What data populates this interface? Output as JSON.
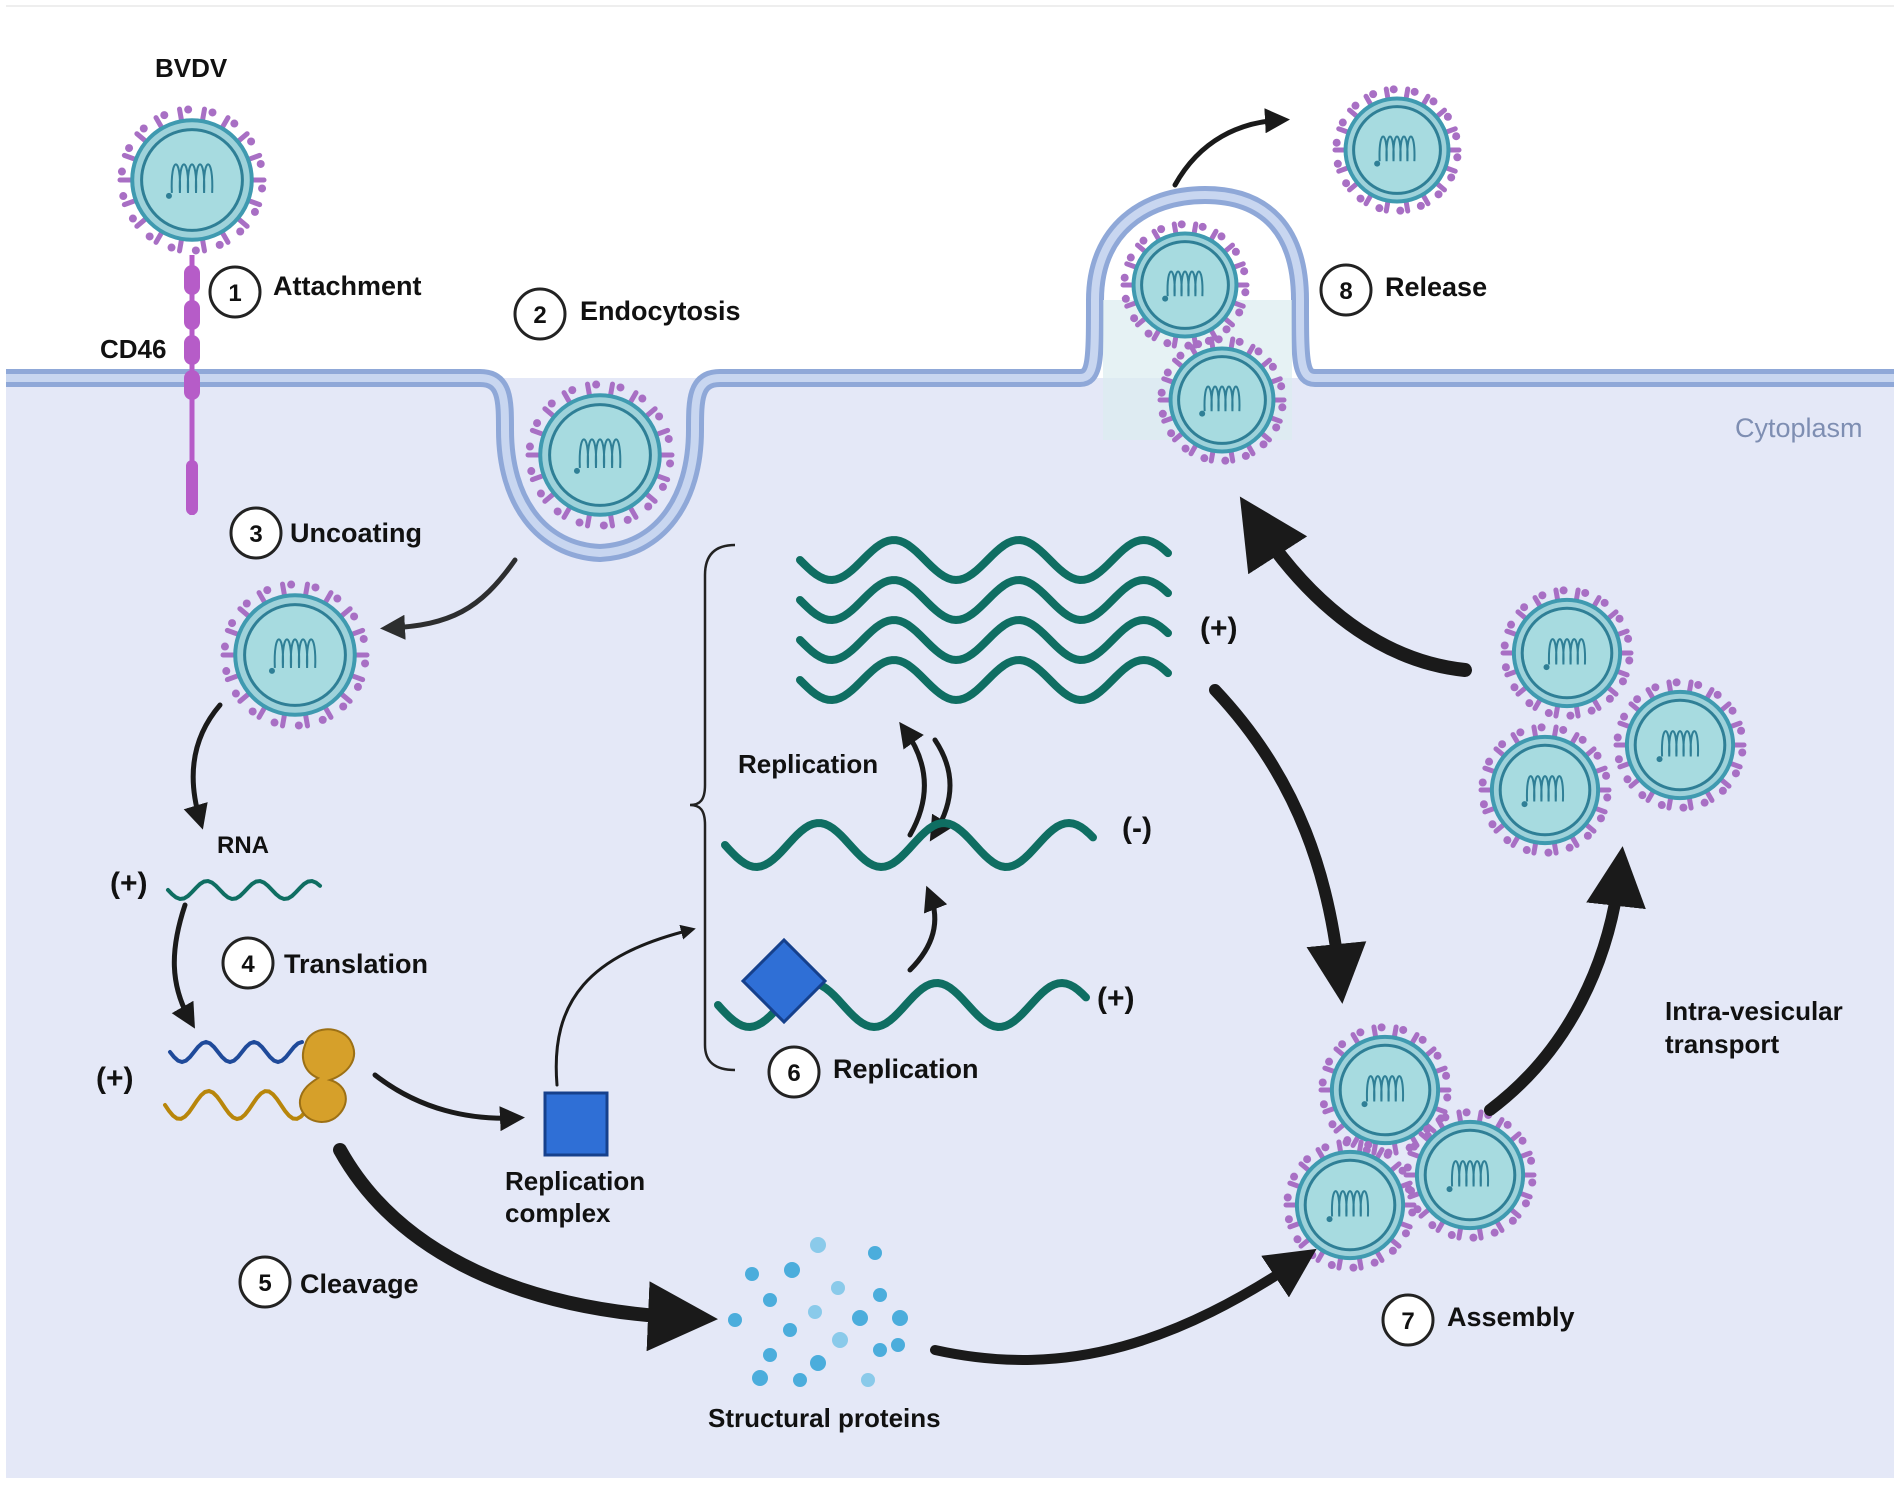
{
  "colors": {
    "cytoplasm_fill": "#e4e8f7",
    "membrane": "#8fa8d8",
    "membrane_inner": "#c8d6f0",
    "virus_core": "#a7dbe0",
    "virus_ring": "#3f9ab0",
    "virus_spike": "#a86fc4",
    "rna_strand": "#0f6e62",
    "rna_blue": "#1f4a9a",
    "rna_gold": "#b8860b",
    "ribosome": "#d6a02a",
    "replication_complex": "#2f6fd6",
    "protein_dots": "#3aa6d8",
    "receptor": "#b65cc8",
    "arrow": "#1a1a1a"
  },
  "labels": {
    "virus": "BVDV",
    "receptor": "CD46",
    "cytoplasm": "Cytoplasm",
    "rna": "RNA",
    "plus": "(+)",
    "minus": "(-)",
    "replication_mid": "Replication",
    "replication_complex_line1": "Replication",
    "replication_complex_line2": "complex",
    "structural_proteins": "Structural proteins",
    "intra_vesicular_line1": "Intra-vesicular",
    "intra_vesicular_line2": "transport"
  },
  "steps": [
    {
      "number": "1",
      "label": "Attachment"
    },
    {
      "number": "2",
      "label": "Endocytosis"
    },
    {
      "number": "3",
      "label": "Uncoating"
    },
    {
      "number": "4",
      "label": "Translation"
    },
    {
      "number": "5",
      "label": "Cleavage"
    },
    {
      "number": "6",
      "label": "Replication"
    },
    {
      "number": "7",
      "label": "Assembly"
    },
    {
      "number": "8",
      "label": "Release"
    }
  ]
}
